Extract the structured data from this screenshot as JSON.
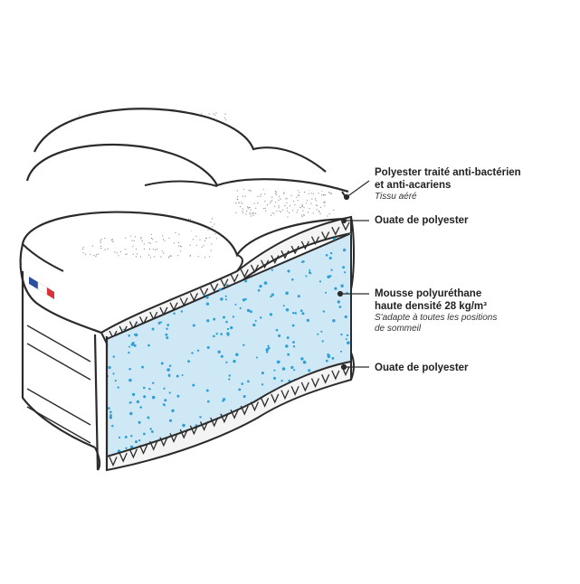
{
  "colors": {
    "ink": "#2b2b2b",
    "foam": "#cfe8f5",
    "foam_dot": "#2f9fd6",
    "stipple": "#8a8a8a",
    "flag_blue": "#2c4ea0",
    "flag_red": "#d8323a"
  },
  "labels": {
    "l1_line1": "Polyester traité anti-bactérien",
    "l1_line2": "et anti-acariens",
    "l1_sub": "Tissu aéré",
    "l2": "Ouate de polyester",
    "l3_line1": "Mousse polyuréthane",
    "l3_line2": "haute densité  28 kg/m³",
    "l3_sub1": "S'adapte à toutes les positions",
    "l3_sub2": "de sommeil",
    "l4": "Ouate de polyester"
  },
  "icons": {
    "flag": "french-flag-tag-icon"
  }
}
